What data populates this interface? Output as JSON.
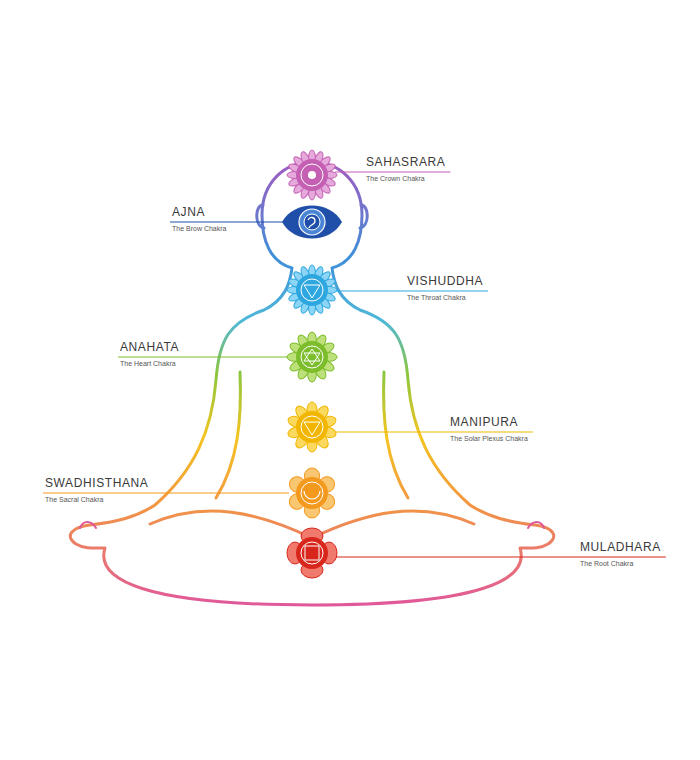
{
  "diagram": {
    "nodes": [
      {
        "text": [
          "SAHASRARA",
          "The Crown Chakra"
        ]
      },
      {
        "text": [
          "AJNA",
          "The Brow Chakra"
        ]
      },
      {
        "text": [
          "VISHUDDHA",
          "The Throat Chakra"
        ]
      },
      {
        "text": [
          "ANAHATA",
          "The Heart Chakra"
        ]
      },
      {
        "text": [
          "MANIPURA",
          "The Solar Plexus Chakra"
        ]
      },
      {
        "text": [
          "SWADHISTHANA",
          "The Sacral Chakra"
        ]
      },
      {
        "text": [
          "MULADHARA",
          "The Root Chakra"
        ]
      }
    ]
  }
}
